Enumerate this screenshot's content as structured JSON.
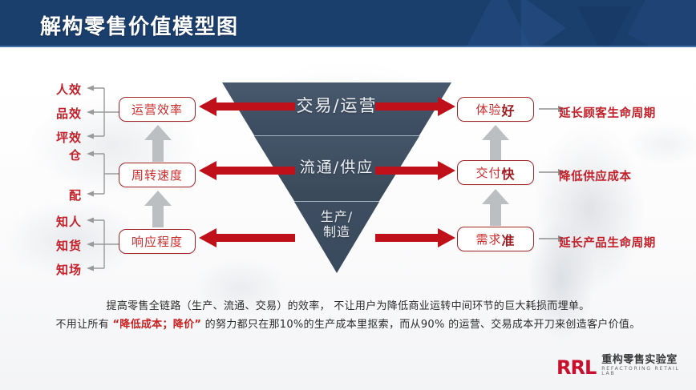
{
  "header": {
    "title": "解构零售价值模型图",
    "bg_color": "#1b3f6d",
    "title_color": "#ffffff"
  },
  "colors": {
    "brand_red": "#c3202a",
    "arrow_red": "#c01019",
    "funnel_dark": "#3e4d61",
    "gray_arrow": "#b9bcbf",
    "header_blue": "#1b3f6d"
  },
  "funnel": {
    "name": "inverted-triangle-value-funnel",
    "tiers": [
      {
        "label": "交易/运营"
      },
      {
        "label": "流通/供应"
      },
      {
        "label": "生产/\n制造"
      }
    ]
  },
  "left_column": {
    "capabilities": [
      {
        "label": "运营效率",
        "drivers": [
          "人效",
          "品效",
          "坪效"
        ]
      },
      {
        "label": "周转速度",
        "drivers": [
          "仓",
          "配"
        ]
      },
      {
        "label": "响应程度",
        "drivers": [
          "知人",
          "知货",
          "知场"
        ]
      }
    ]
  },
  "right_column": {
    "results": [
      {
        "prefix": "体验",
        "accent": "好",
        "outcome": "延长顾客生命周期"
      },
      {
        "prefix": "交付",
        "accent": "快",
        "outcome": "降低供应成本"
      },
      {
        "prefix": "需求",
        "accent": "准",
        "outcome": "延长产品生命周期"
      }
    ]
  },
  "footnote": {
    "line1": "提高零售全链路（生产、流通、交易）的效率，  不让用户为降低商业运转中间环节的巨大耗损而埋单。",
    "line2_a": "不用让所有 ",
    "line2_hl": "“降低成本；降价”",
    "line2_b": " 的努力都只在那10%的生产成本里抠索，而从90% 的运营、交易成本开刀来创造客户价值。"
  },
  "logo": {
    "mark": "RRL",
    "cn": "重构零售实验室",
    "en": "REFACTORING RETAIL LAB"
  }
}
